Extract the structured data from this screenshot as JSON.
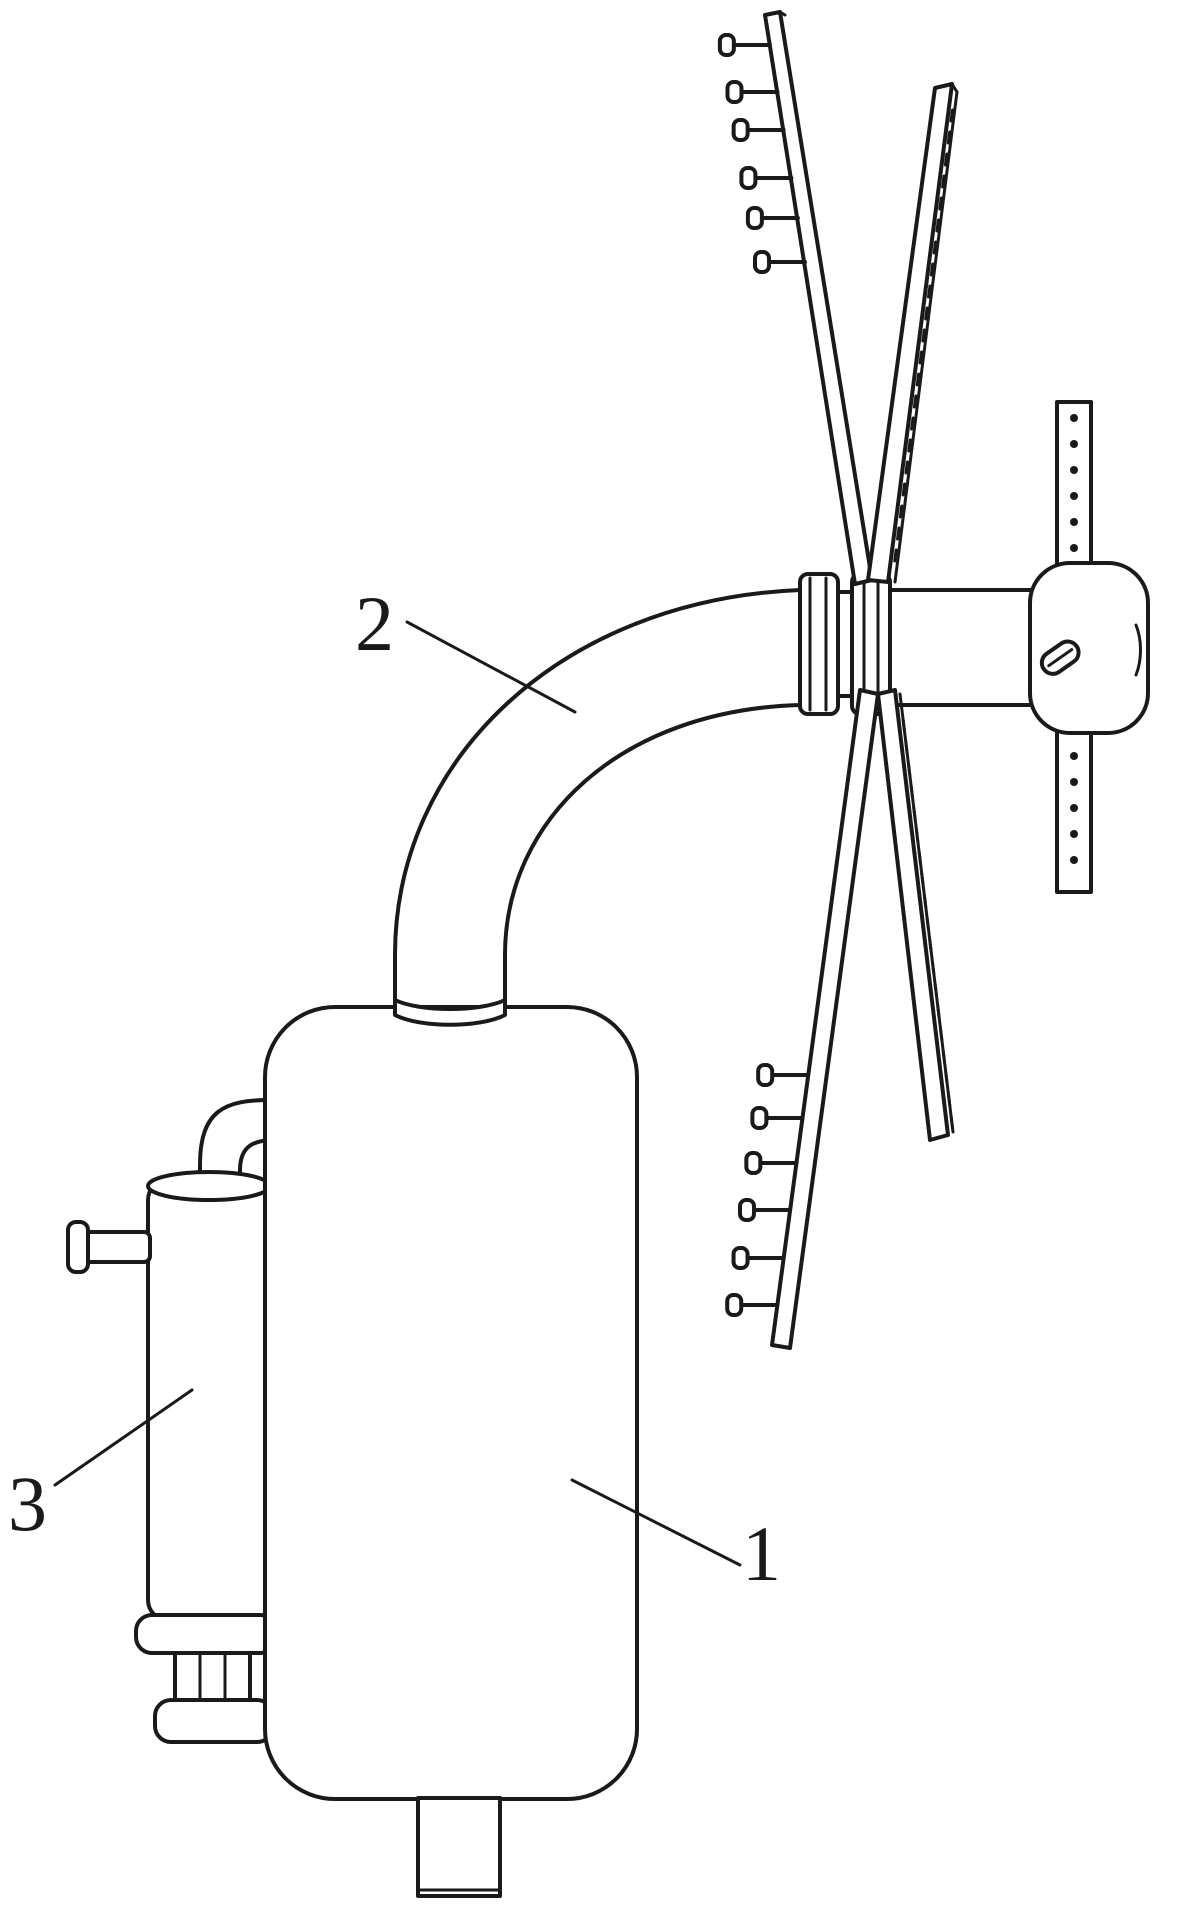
{
  "figure": {
    "labels": [
      {
        "id": "1",
        "text": "1"
      },
      {
        "id": "2",
        "text": "2"
      },
      {
        "id": "3",
        "text": "3"
      }
    ]
  }
}
